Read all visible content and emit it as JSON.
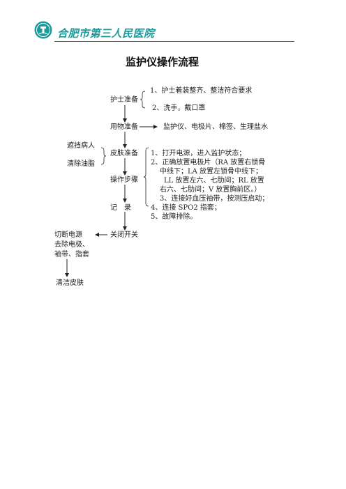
{
  "header": {
    "hospital_name": "合肥市第三人民医院"
  },
  "title": "监护仪操作流程",
  "flow": {
    "nurse_prep": "护士准备",
    "nurse_prep_items": [
      "1、护士着装整齐、整洁符合要求",
      "2、洗手，戴口罩"
    ],
    "item_prep": "用物准备",
    "item_prep_detail": "监护仪、电极片、棉签、生理盐水",
    "skin_prep": "皮肤准备",
    "left_notes": [
      "遮挡病人",
      "清除油脂"
    ],
    "operation": "操作步骤",
    "record": "记　录",
    "close": "关闭开关",
    "steps": [
      "1、打开电源，进入监护状态；",
      "2、正确放置电极片（RA 放置右锁骨",
      "中线下；LA 放置左锁骨中线下；",
      "LL 放置左六、七肋间；RL 放置",
      "右六、七肋间；V 放置胸前区。）",
      "3、连接好血压袖带，按测压启动；",
      "4、连接 SPO2 指套；",
      "5、故障排除。"
    ],
    "shutdown": [
      "切断电源",
      "去除电极、",
      "袖带、指套"
    ],
    "clean": "清洁皮肤"
  }
}
